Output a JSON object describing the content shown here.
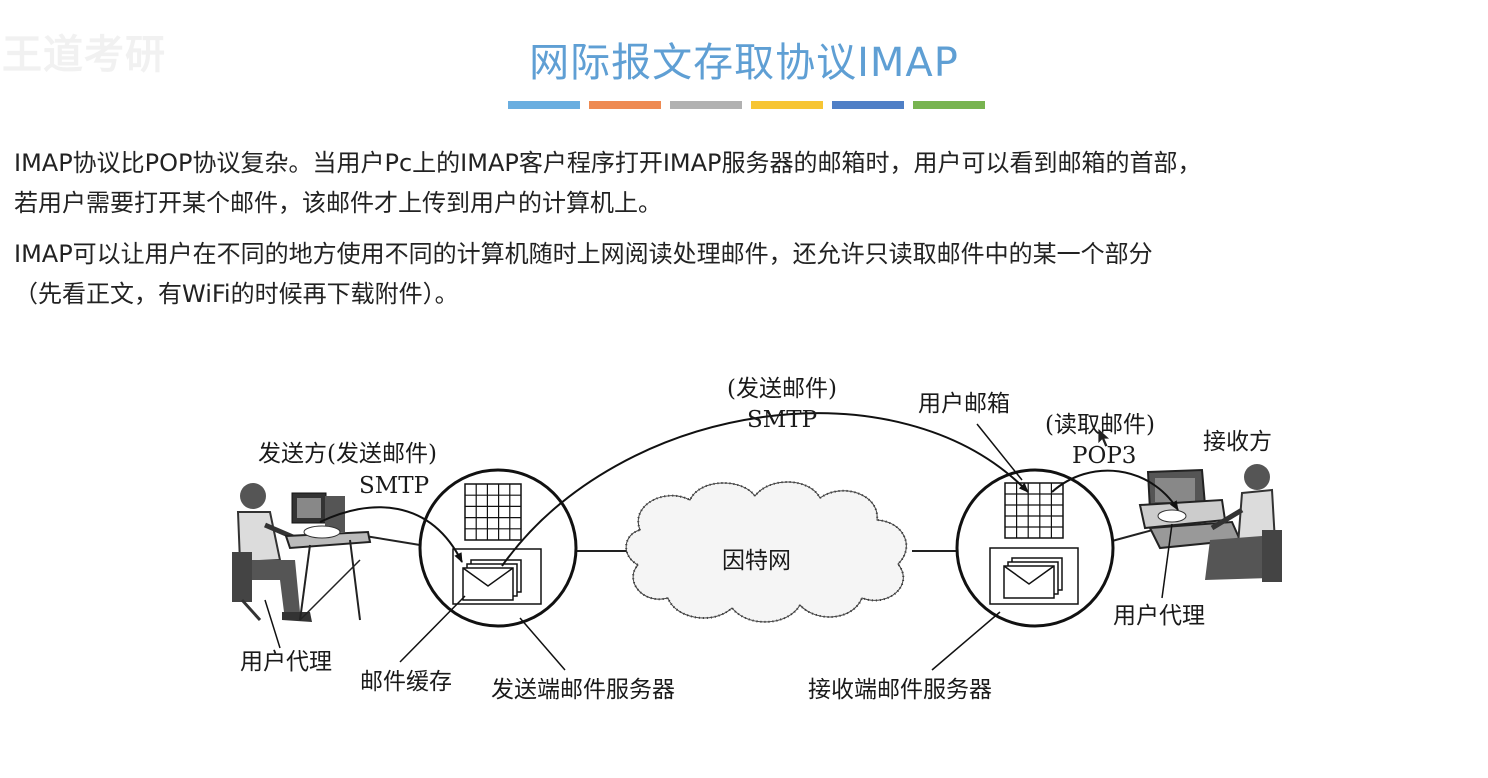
{
  "watermark": "王道考研",
  "title": "网际报文存取协议IMAP",
  "colors": {
    "title": "#5f9fd4",
    "bars": [
      "#6aaee0",
      "#ee8a52",
      "#b1b1b1",
      "#f7c533",
      "#4f7fc6",
      "#78b450"
    ]
  },
  "paragraphs": {
    "p1": {
      "line1": "IMAP协议比POP协议复杂。当用户Pc上的IMAP客户程序打开IMAP服务器的邮箱时，用户可以看到邮箱的首部，",
      "line2": "若用户需要打开某个邮件，该邮件才上传到用户的计算机上。"
    },
    "p2": {
      "line1": "IMAP可以让用户在不同的地方使用不同的计算机随时上网阅读处理邮件，还允许只读取邮件中的某一个部分",
      "line2": "（先看正文，有WiFi的时候再下载附件）。"
    }
  },
  "diagram": {
    "smtp_top_paren": "(发送邮件)",
    "smtp_top": "SMTP",
    "sender": "发送方(发送邮件)",
    "smtp_left": "SMTP",
    "user_mailbox": "用户邮箱",
    "read_paren": "(读取邮件)",
    "pop3": "POP3",
    "receiver": "接收方",
    "internet": "因特网",
    "user_agent_left": "用户代理",
    "mail_cache": "邮件缓存",
    "send_server": "发送端邮件服务器",
    "recv_server": "接收端邮件服务器",
    "user_agent_right": "用户代理"
  }
}
